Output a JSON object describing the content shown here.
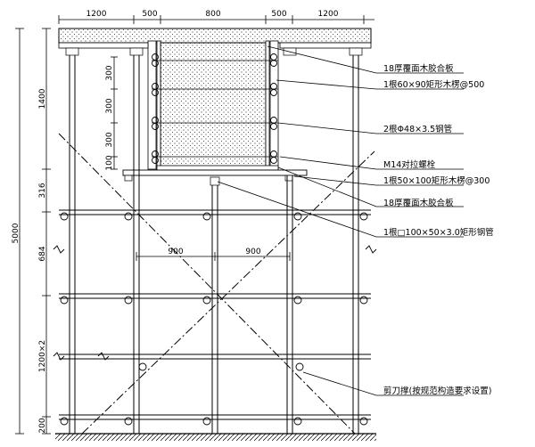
{
  "top_dimensions": [
    "1200",
    "500",
    "800",
    "500",
    "1200"
  ],
  "left_dimensions": {
    "total": "5000",
    "seg1": "1400",
    "seg2": "316",
    "seg3": "684",
    "seg4": "1200×2",
    "seg5": "200"
  },
  "inner_dimensions": [
    "300",
    "300",
    "300",
    "100"
  ],
  "mid_dimensions": [
    "900",
    "900"
  ],
  "labels": [
    "18厚覆面木胶合板",
    "1根60×90矩形木楞@500",
    "2根Φ48×3.5钢管",
    "M14对拉螺栓",
    "1根50×100矩形木楞@300",
    "18厚覆面木胶合板",
    "1根□100×50×3.0矩形钢管",
    "剪刀撑(按规范构造要求设置)"
  ]
}
